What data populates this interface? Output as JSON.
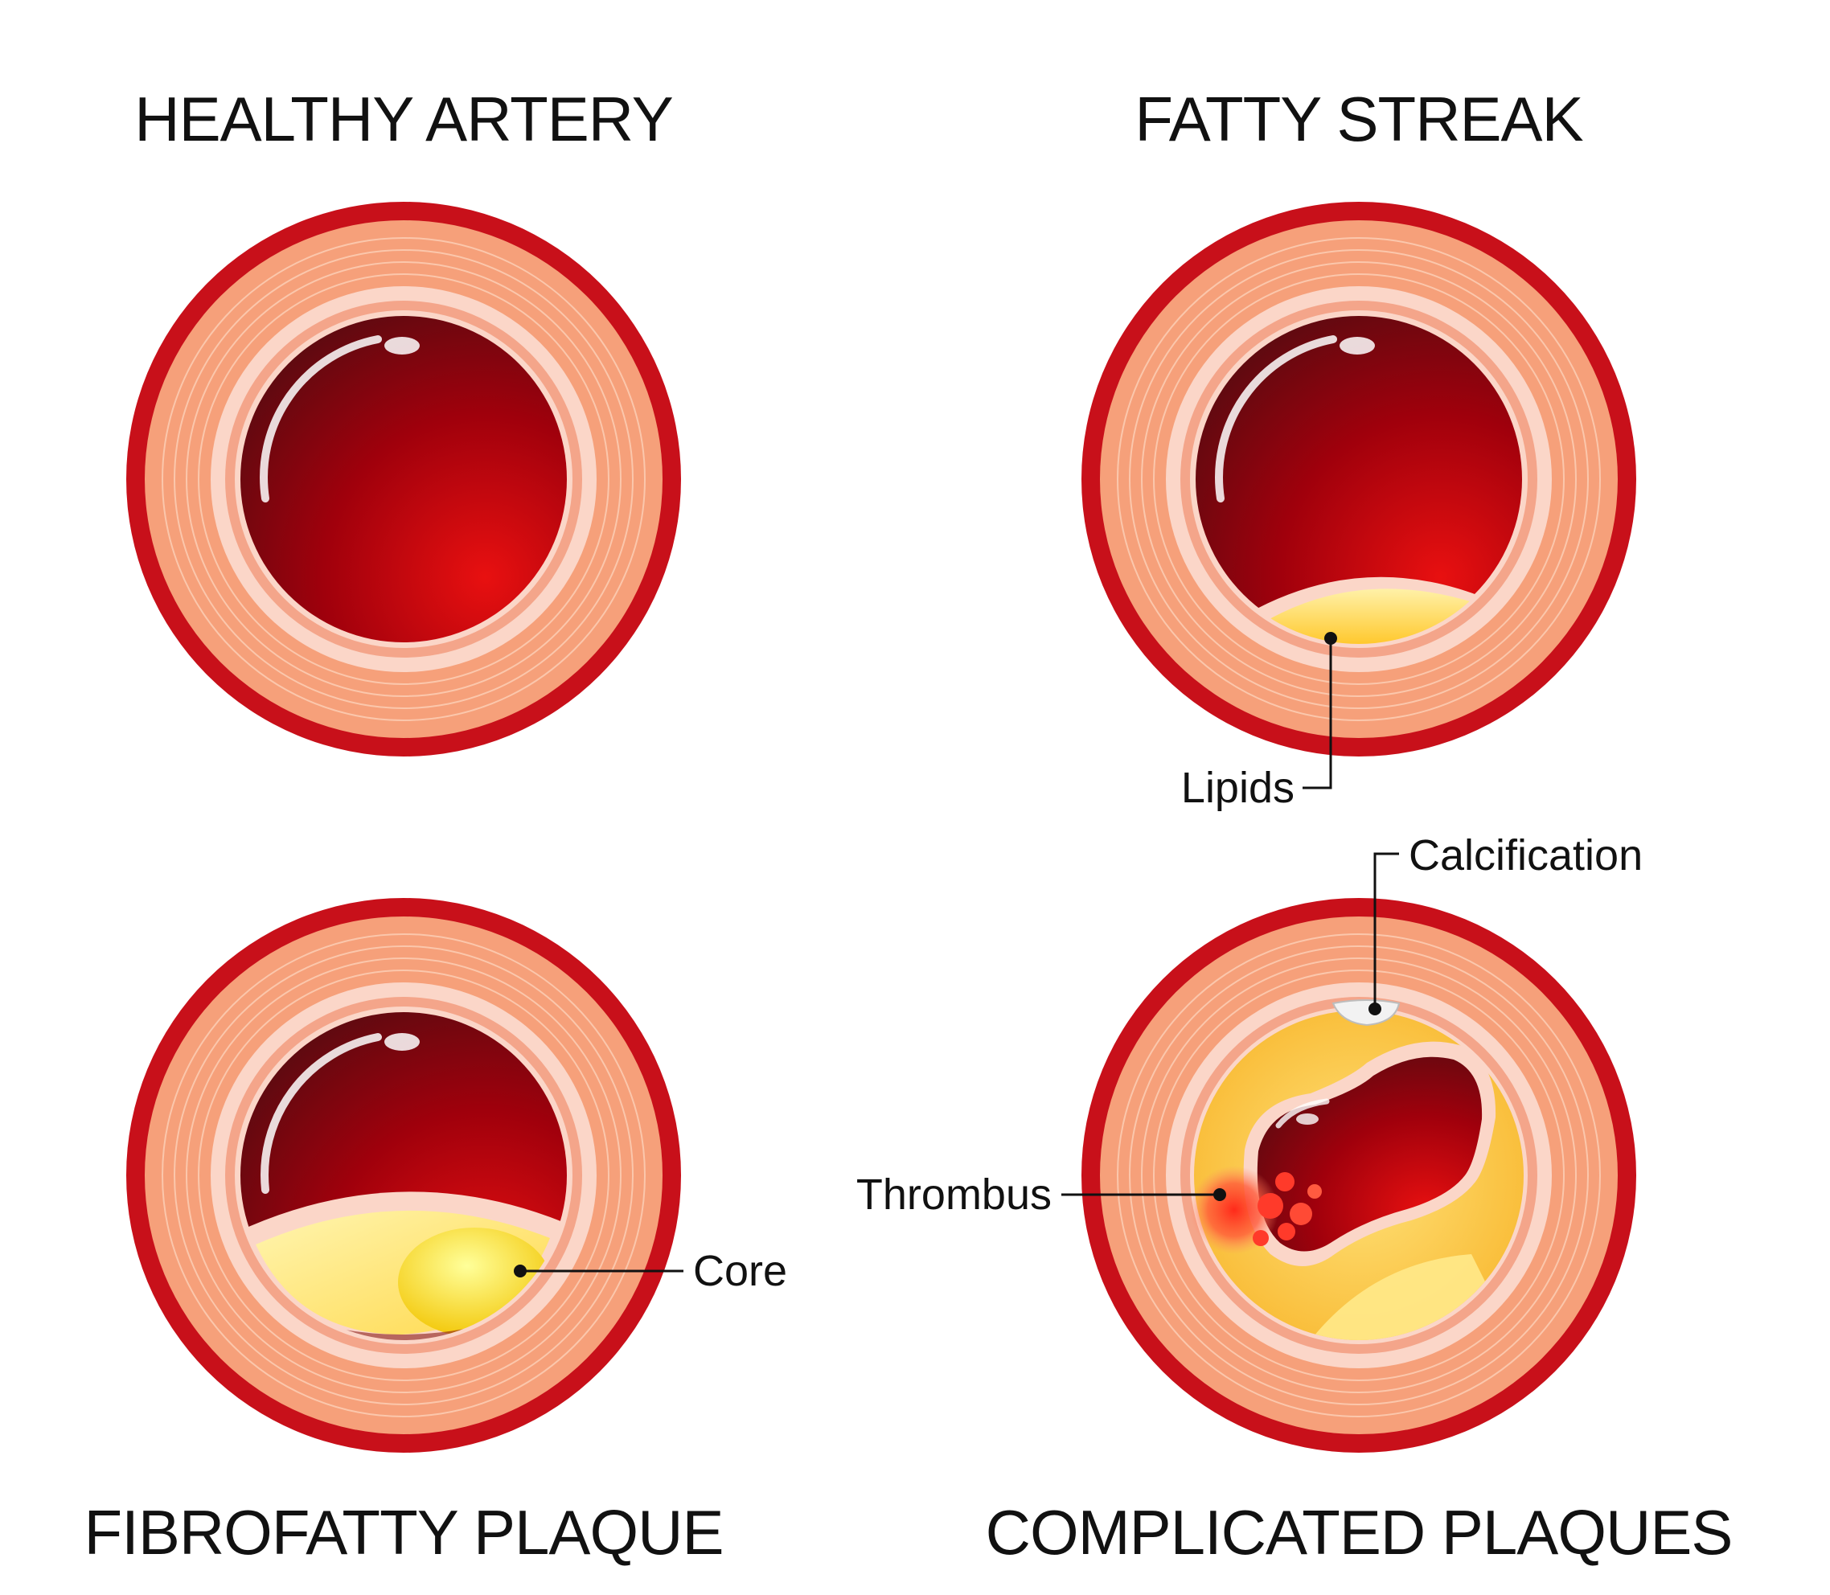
{
  "panels": {
    "healthy": {
      "title": "HEALTHY ARTERY"
    },
    "fatty_streak": {
      "title": "FATTY STREAK",
      "callouts": {
        "lipids": "Lipids"
      }
    },
    "fibrofatty": {
      "title": "FIBROFATTY PLAQUE",
      "callouts": {
        "core": "Core"
      }
    },
    "complicated": {
      "title": "COMPLICATED PLAQUES",
      "callouts": {
        "calcification": "Calcification",
        "thrombus": "Thrombus"
      }
    }
  },
  "colors": {
    "adventitia": "#c8101a",
    "media": "#f6a07a",
    "intima": "#fbd6c8",
    "blood_dark": "#7a0a12",
    "blood_bright": "#e11212",
    "lipid": "#ffd84a",
    "plaque": "#ffe38a",
    "calcium": "#f2f2f2",
    "thrombus": "#ff3322"
  }
}
